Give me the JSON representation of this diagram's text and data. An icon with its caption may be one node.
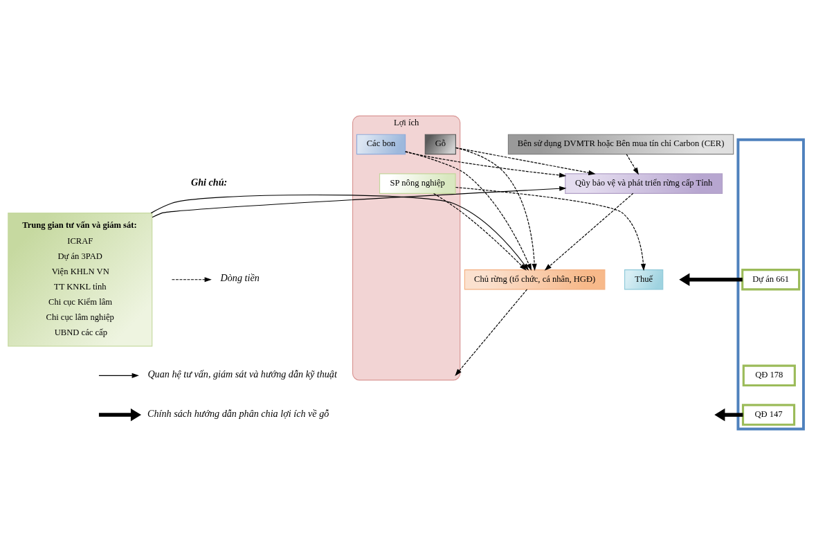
{
  "diagram": {
    "nodes": [
      {
        "text": [
          "Bên sử dụng DVMTR hoặc Bên mua tín chỉ Carbon (CER)"
        ]
      },
      {
        "text": [
          "Trung gian tư vấn và giám sát:",
          "ICRAF",
          "Dự án 3PAD",
          "Viện KHLN VN",
          "TT KNKL tỉnh",
          "Chi cục Kiểm lâm",
          "Chi cục lâm nghiệp",
          "UBND các cấp"
        ]
      },
      {
        "text": [
          "Qũy bảo vệ và phát triển rừng cấp Tỉnh"
        ]
      },
      {
        "text": [
          "Thuế"
        ]
      },
      {
        "text": [
          "Chủ rừng (tổ chức, cá nhân, HGĐ)"
        ]
      },
      {
        "text": [
          "Lợi ích"
        ]
      },
      {
        "text": [
          "Các bon"
        ],
        "in": 5
      },
      {
        "text": [
          "Gỗ"
        ],
        "in": 5
      },
      {
        "text": [
          "SP nông nghiệp"
        ],
        "in": 5
      },
      {
        "text": [],
        "shape": "box"
      },
      {
        "text": [
          "Dự án 661"
        ],
        "in": 9
      },
      {
        "text": [
          "QĐ 178"
        ],
        "in": 9
      },
      {
        "text": [
          "QĐ 147"
        ],
        "in": 9
      }
    ],
    "edges": [
      {
        "from": 0,
        "to": 2,
        "arrow": "to",
        "style": "dashed"
      },
      {
        "from": 1,
        "to": 2,
        "arrow": "to"
      },
      {
        "from": 1,
        "to": 4,
        "arrow": "to"
      },
      {
        "from": 2,
        "to": 4,
        "arrow": "to",
        "style": "dashed"
      },
      {
        "from": 4,
        "to": 5,
        "arrow": "to",
        "style": "dashed"
      },
      {
        "from": 6,
        "to": 2,
        "arrow": "to",
        "style": "dashed"
      },
      {
        "from": 6,
        "to": 4,
        "arrow": "to",
        "style": "dashed"
      },
      {
        "from": 7,
        "to": 2,
        "arrow": "to",
        "style": "dashed"
      },
      {
        "from": 7,
        "to": 4,
        "arrow": "to",
        "style": "dashed"
      },
      {
        "from": 8,
        "to": 3,
        "arrow": "to",
        "style": "dashed"
      },
      {
        "from": 8,
        "to": 4,
        "arrow": "to",
        "style": "dashed"
      },
      {
        "from": 10,
        "to": null,
        "arrow": "to",
        "style": "thick"
      },
      {
        "from": 12,
        "to": null,
        "arrow": "to",
        "style": "thick"
      }
    ],
    "labels": [
      "Ghi chú:"
    ],
    "legend": [
      {
        "text": "Dòng tiền"
      },
      {
        "text": "Quan hệ tư vấn, giám sát và hướng dẫn kỹ thuật"
      },
      {
        "text": "Chính sách hướng dẫn phân chia lợi ích về gỗ"
      }
    ]
  }
}
